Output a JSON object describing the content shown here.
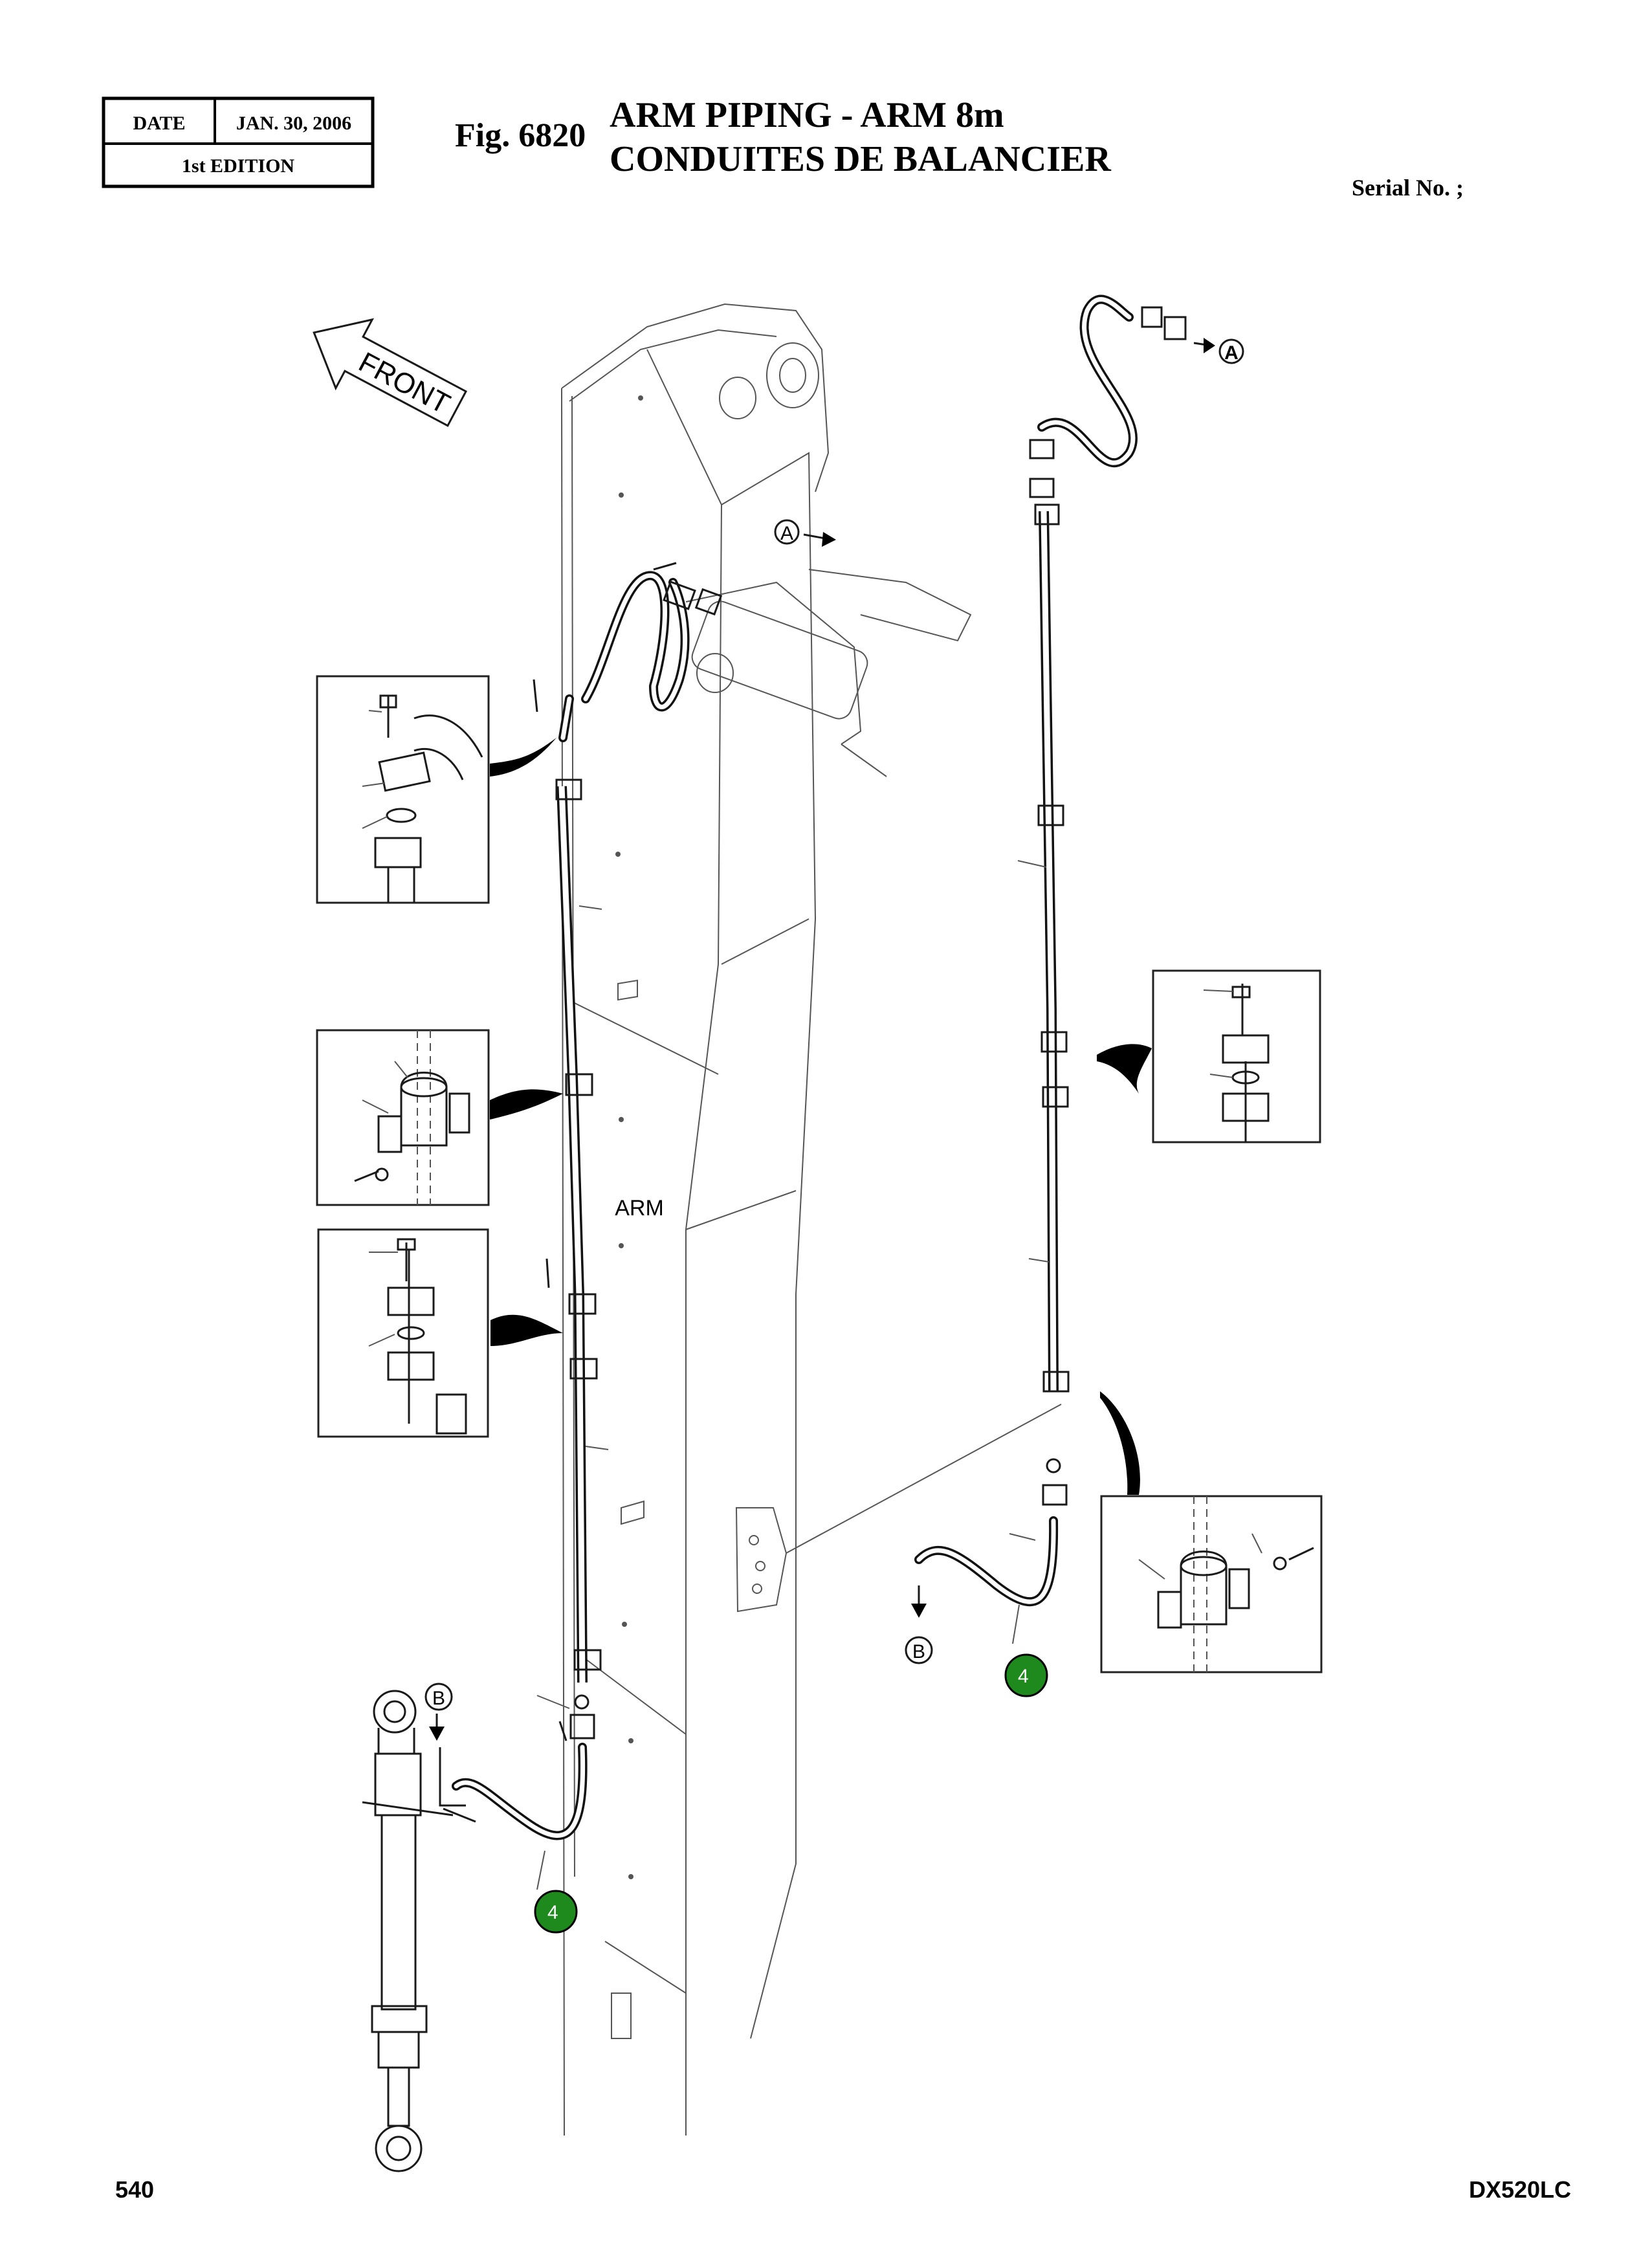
{
  "header": {
    "date_label": "DATE",
    "date_value": "JAN. 30, 2006",
    "edition": "1st EDITION",
    "fig_label": "Fig. 6820",
    "title_en": "ARM  PIPING  -  ARM  8m",
    "title_fr": "CONDUITES  DE  BALANCIER",
    "serial": "Serial No. ;"
  },
  "diagram": {
    "front_label": "FRONT",
    "arm_label": "ARM",
    "ref_a": "A",
    "ref_b": "B",
    "part_callouts": [
      "4",
      "4"
    ]
  },
  "footer": {
    "page_number": "540",
    "model": "DX520LC"
  },
  "colors": {
    "callout_fill": "#1e8a1e",
    "line": "#1a1a1a"
  }
}
